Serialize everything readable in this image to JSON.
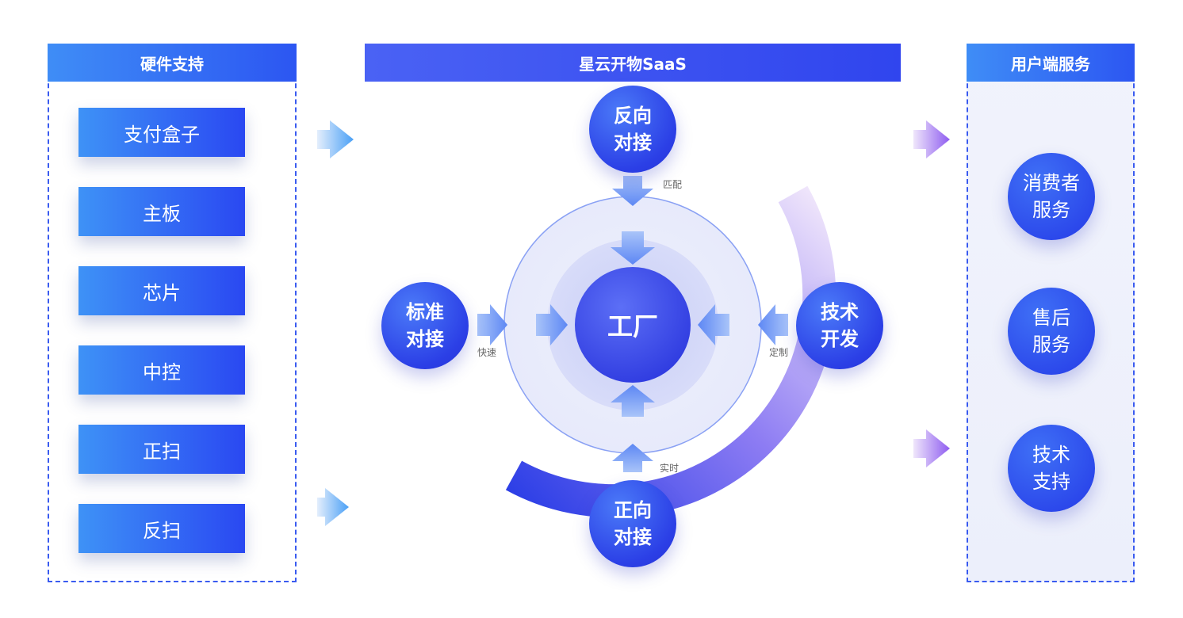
{
  "hardware": {
    "title": "硬件支持",
    "items": [
      "支付盒子",
      "主板",
      "芯片",
      "中控",
      "正扫",
      "反扫"
    ]
  },
  "saas": {
    "title": "星云开物SaaS",
    "center": "工厂",
    "nodes": {
      "top": [
        "反向",
        "对接"
      ],
      "left": [
        "标准",
        "对接"
      ],
      "right": [
        "技术",
        "开发"
      ],
      "bottom": [
        "正向",
        "对接"
      ]
    },
    "labels": {
      "top": "匹配",
      "left": "快速",
      "right": "定制",
      "bottom": "实时"
    }
  },
  "user": {
    "title": "用户端服务",
    "items": [
      [
        "消费者",
        "服务"
      ],
      [
        "售后",
        "服务"
      ],
      [
        "技术",
        "支持"
      ]
    ]
  },
  "colors": {
    "primary": "#2c56f2",
    "accent_light": "#3f8df6",
    "purple": "#9b6df2",
    "border": "#3a5bf0"
  }
}
